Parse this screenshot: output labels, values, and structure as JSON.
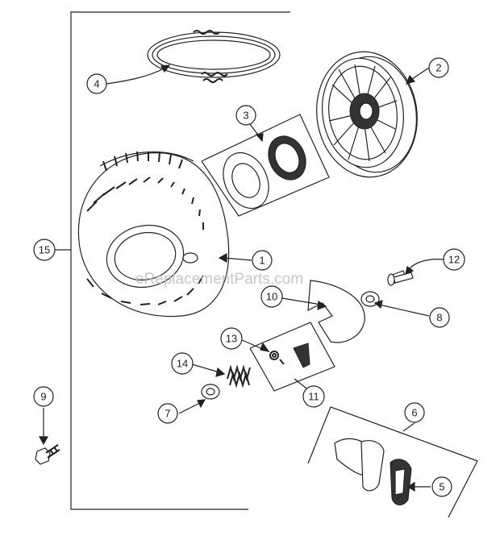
{
  "watermark": "eReplacementParts.com",
  "callouts": [
    {
      "id": "c1",
      "number": "1",
      "part": "housing"
    },
    {
      "id": "c2",
      "number": "2",
      "part": "pulley"
    },
    {
      "id": "c3",
      "number": "3",
      "part": "spring-cup-assembly"
    },
    {
      "id": "c4",
      "number": "4",
      "part": "rope"
    },
    {
      "id": "c5",
      "number": "5",
      "part": "handle-insert"
    },
    {
      "id": "c6",
      "number": "6",
      "part": "handle-assembly"
    },
    {
      "id": "c7",
      "number": "7",
      "part": "washer"
    },
    {
      "id": "c8",
      "number": "8",
      "part": "washer"
    },
    {
      "id": "c9",
      "number": "9",
      "part": "screw"
    },
    {
      "id": "c10",
      "number": "10",
      "part": "retainer"
    },
    {
      "id": "c11",
      "number": "11",
      "part": "pawl-kit"
    },
    {
      "id": "c12",
      "number": "12",
      "part": "screw"
    },
    {
      "id": "c13",
      "number": "13",
      "part": "pawl-spring"
    },
    {
      "id": "c14",
      "number": "14",
      "part": "brake-spring"
    },
    {
      "id": "c15",
      "number": "15",
      "part": "starter-assembly"
    }
  ]
}
